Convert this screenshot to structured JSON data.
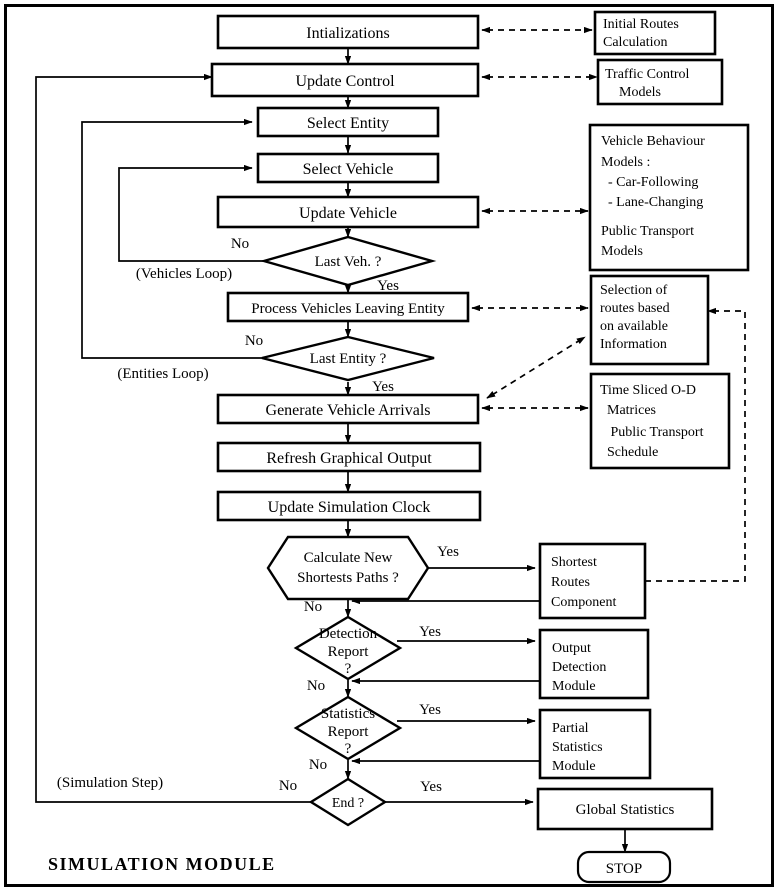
{
  "diagram": {
    "title": "SIMULATION  MODULE",
    "type": "flowchart",
    "main_nodes": [
      {
        "id": "intializations",
        "label": "Intializations",
        "shape": "process"
      },
      {
        "id": "update-control",
        "label": "Update Control",
        "shape": "process"
      },
      {
        "id": "select-entity",
        "label": "Select Entity",
        "shape": "process"
      },
      {
        "id": "select-vehicle",
        "label": "Select Vehicle",
        "shape": "process"
      },
      {
        "id": "update-vehicle",
        "label": "Update Vehicle",
        "shape": "process"
      },
      {
        "id": "last-veh",
        "label": "Last Veh. ?",
        "shape": "decision"
      },
      {
        "id": "process-vehicles-leaving-entity",
        "label": "Process Vehicles Leaving Entity",
        "shape": "process"
      },
      {
        "id": "last-entity",
        "label": "Last Entity ?",
        "shape": "decision"
      },
      {
        "id": "generate-vehicle-arrivals",
        "label": "Generate Vehicle Arrivals",
        "shape": "process"
      },
      {
        "id": "refresh-graphical-output",
        "label": "Refresh Graphical Output",
        "shape": "process"
      },
      {
        "id": "update-simulation-clock",
        "label": "Update Simulation Clock",
        "shape": "process"
      },
      {
        "id": "calculate-new-shortests-paths",
        "label": "Calculate  New",
        "label2": "Shortests Paths ?",
        "shape": "hexagon"
      },
      {
        "id": "detection-report",
        "label": "Detection",
        "label2": "Report",
        "label3": "?",
        "shape": "decision"
      },
      {
        "id": "statistics-report",
        "label": "Statistics",
        "label2": "Report",
        "label3": "?",
        "shape": "decision"
      },
      {
        "id": "end",
        "label": "End ?",
        "shape": "decision"
      },
      {
        "id": "stop",
        "label": "STOP",
        "shape": "terminator"
      }
    ],
    "side_nodes": [
      {
        "id": "initial-routes-calculation",
        "lines": [
          "Initial Routes",
          "Calculation"
        ]
      },
      {
        "id": "traffic-control-models",
        "lines": [
          "Traffic Control",
          "    Models"
        ]
      },
      {
        "id": "vehicle-behaviour-models",
        "lines": [
          "Vehicle Behaviour",
          "Models :",
          "  - Car-Following",
          "  - Lane-Changing",
          "",
          "Public Transport",
          "Models"
        ]
      },
      {
        "id": "selection-of-routes",
        "lines": [
          "Selection of",
          "routes based",
          "on available",
          "Information"
        ]
      },
      {
        "id": "time-sliced-od-matrices",
        "lines": [
          "Time Sliced O-D",
          "  Matrices",
          "   Public Transport",
          "  Schedule"
        ]
      },
      {
        "id": "shortest-routes-component",
        "lines": [
          "Shortest",
          "Routes",
          "Component"
        ]
      },
      {
        "id": "output-detection-module",
        "lines": [
          "Output",
          "Detection",
          "Module"
        ]
      },
      {
        "id": "partial-statistics-module",
        "lines": [
          "Partial",
          "Statistics",
          "Module"
        ]
      },
      {
        "id": "global-statistics",
        "lines": [
          "Global Statistics"
        ]
      }
    ],
    "edge_labels": {
      "last_veh_no": "No",
      "last_veh_yes": "Yes",
      "vehicles_loop": "(Vehicles Loop)",
      "last_entity_no": "No",
      "last_entity_yes": "Yes",
      "entities_loop": "(Entities Loop)",
      "shortest_yes": "Yes",
      "shortest_no": "No",
      "detection_yes": "Yes",
      "detection_no": "No",
      "statistics_yes": "Yes",
      "statistics_no": "No",
      "end_yes": "Yes",
      "end_no": "No",
      "simulation_step": "(Simulation Step)"
    },
    "colors": {
      "stroke": "#000000",
      "fill": "#ffffff",
      "background": "#ffffff"
    }
  }
}
